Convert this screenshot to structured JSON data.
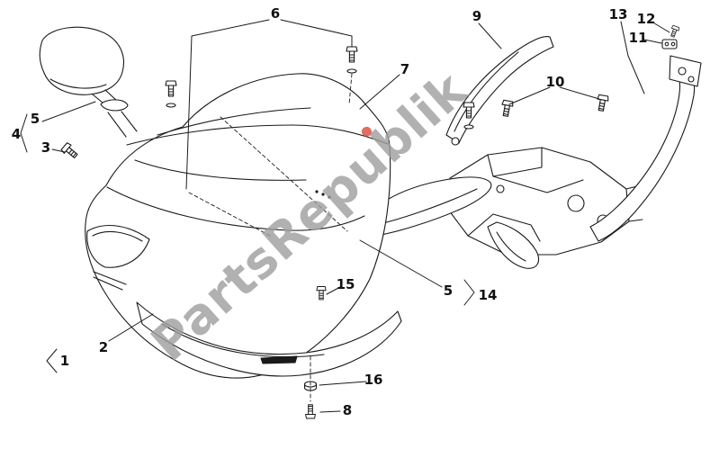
{
  "page": {
    "background": "#ffffff"
  },
  "watermark": {
    "text": "PartsRepublik",
    "color": "#9e9e9e",
    "dot_color": "#d9483b",
    "opacity": "0.8"
  },
  "callouts": {
    "c1": {
      "label": "1"
    },
    "c2": {
      "label": "2"
    },
    "c3": {
      "label": "3"
    },
    "c4": {
      "label": "4"
    },
    "c5_left": {
      "label": "5"
    },
    "c5_right": {
      "label": "5"
    },
    "c6": {
      "label": "6"
    },
    "c7": {
      "label": "7"
    },
    "c8": {
      "label": "8"
    },
    "c9": {
      "label": "9"
    },
    "c10": {
      "label": "10"
    },
    "c11": {
      "label": "11"
    },
    "c12": {
      "label": "12"
    },
    "c13": {
      "label": "13"
    },
    "c14": {
      "label": "14"
    },
    "c15": {
      "label": "15"
    },
    "c16": {
      "label": "16"
    }
  }
}
